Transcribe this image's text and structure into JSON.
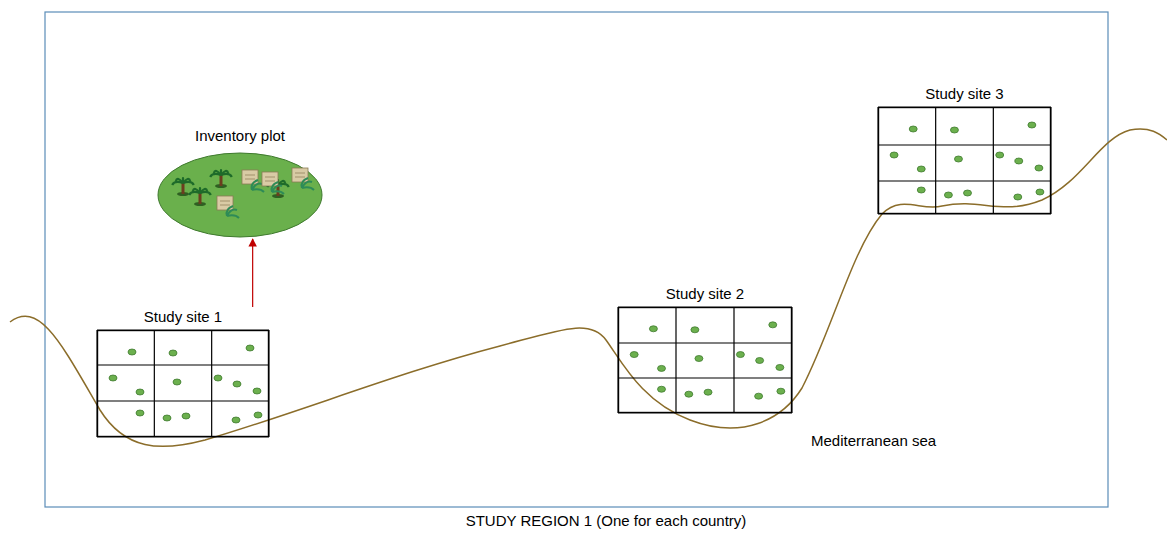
{
  "diagram": {
    "caption": "STUDY REGION 1 (One for each country)",
    "nodes": [
      {
        "text": [
          "Inventory plot"
        ]
      },
      {
        "text": [
          "Study site 1"
        ]
      },
      {
        "text": [
          "Study site 2"
        ]
      },
      {
        "text": [
          "Study site 3"
        ]
      }
    ],
    "edges": [
      {
        "from": 1,
        "to": 0,
        "arrow": "to"
      }
    ],
    "labels": [
      "Mediterranean sea"
    ]
  }
}
